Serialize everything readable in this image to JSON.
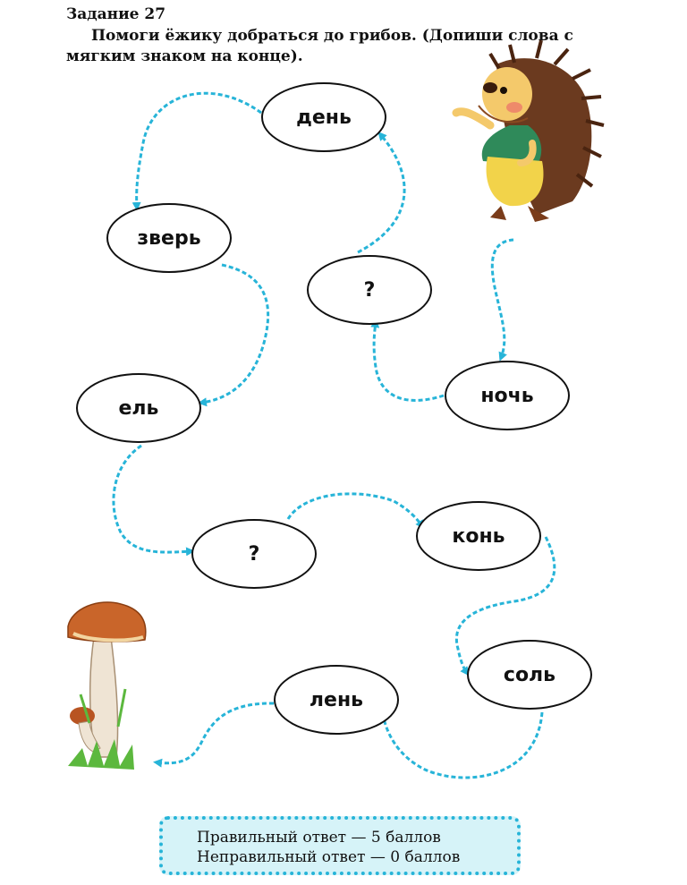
{
  "task": {
    "title": "Задание 27",
    "instruction": "Помоги ёжику добраться до грибов. (Допиши слова с мягким знаком на конце)."
  },
  "words": {
    "den": "день",
    "zver": "зверь",
    "q1": "?",
    "noch": "ночь",
    "el": "ель",
    "q2": "?",
    "kon": "конь",
    "sol": "соль",
    "len": "лень"
  },
  "scoring": {
    "correct": "Правильный ответ — 5 баллов",
    "wrong": "Неправильный ответ — 0 баллов"
  },
  "colors": {
    "arrow": "#27b4d8",
    "score_bg": "#d6f3f8"
  },
  "icons": [
    "hedgehog-illustration",
    "mushroom-illustration"
  ]
}
